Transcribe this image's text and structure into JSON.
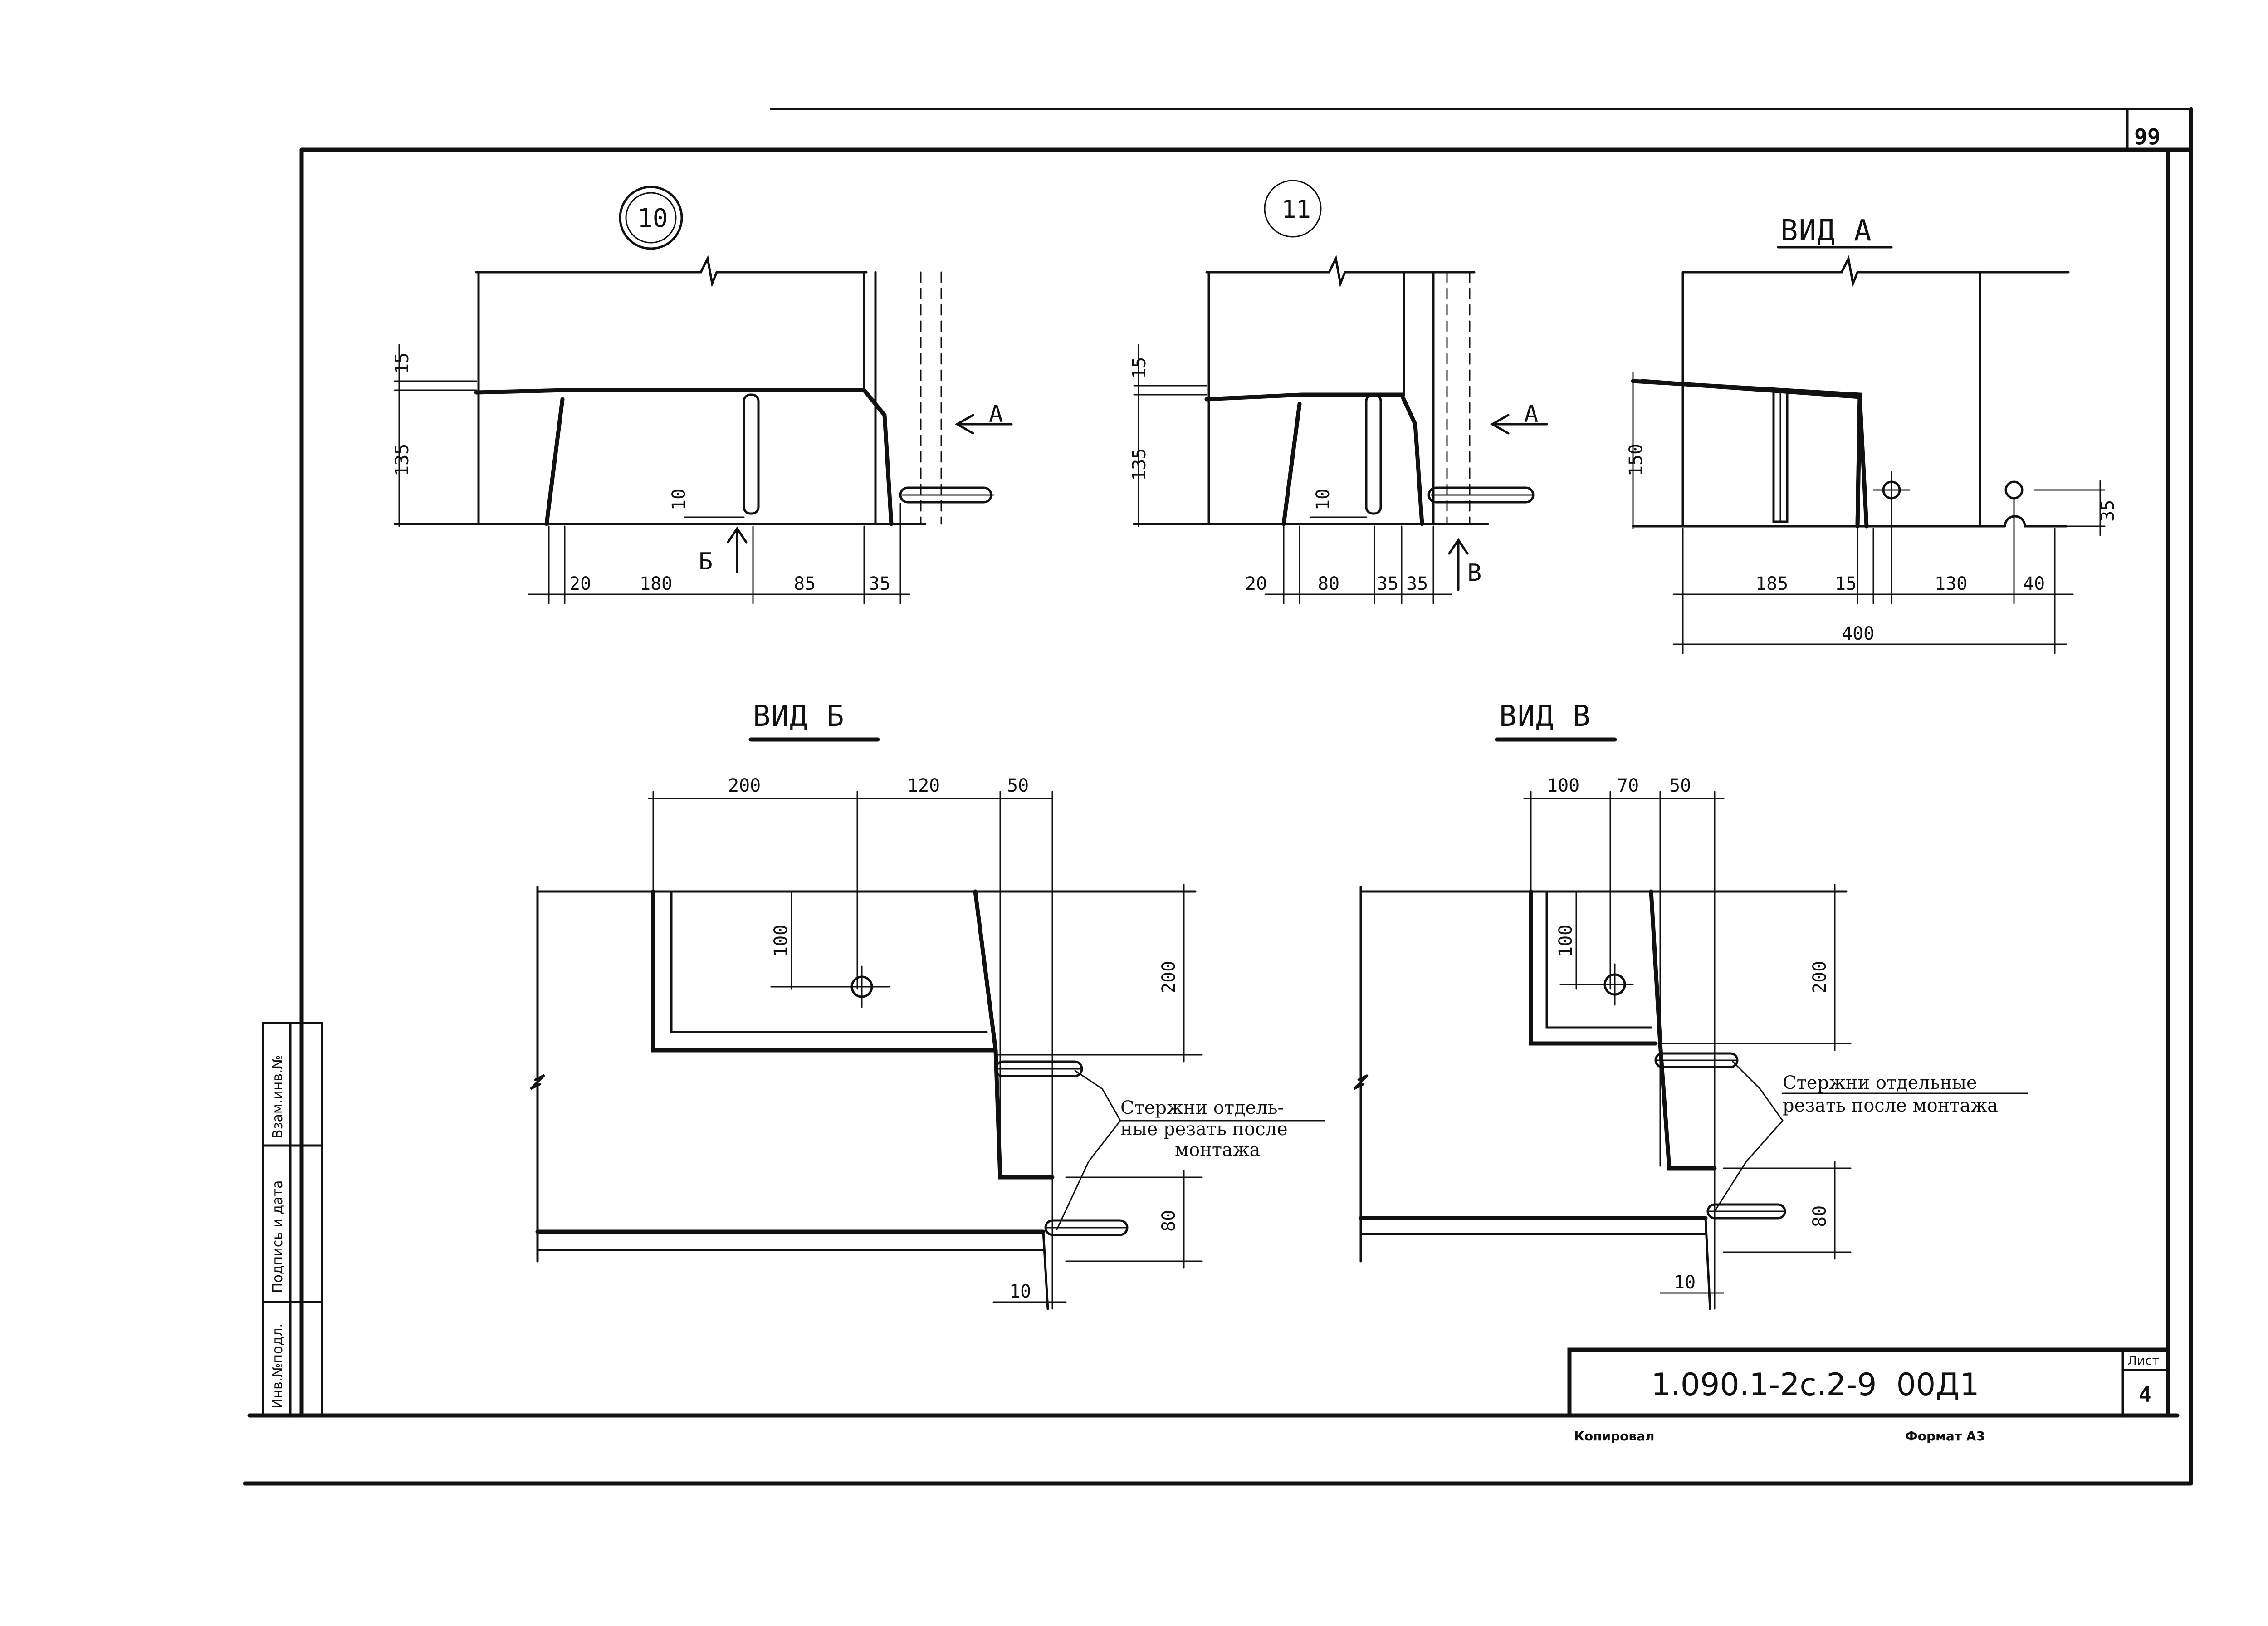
{
  "sheet": {
    "page_number": "99",
    "designation": "1.090.1-2с.2-9  00Д1",
    "sheet_label": "Лист",
    "sheet_number": "4",
    "copied_label": "Копировал",
    "format_label": "Формат А3"
  },
  "stamps": {
    "inv_number": "Инв.№подл.",
    "signature_date": "Подпись и дата",
    "replaces_inv": "Взам.инв.№"
  },
  "details": {
    "detail_10": "10",
    "detail_11": "11"
  },
  "views": {
    "view_a": "ВИД А",
    "view_b": "ВИД Б",
    "view_v": "ВИД В",
    "arrow_a": "А",
    "arrow_b": "Б",
    "arrow_v": "В"
  },
  "dims": {
    "d10": {
      "top": "15",
      "height": "135",
      "gap": "10",
      "w1": "20",
      "w2": "180",
      "w3": "85",
      "w4": "35"
    },
    "d11": {
      "top": "15",
      "height": "135",
      "gap": "10",
      "w1": "20",
      "w2": "80",
      "w3": "35",
      "w4": "35"
    },
    "va": {
      "height": "150",
      "w1": "185",
      "w2": "15",
      "w3": "130",
      "w4": "40",
      "total": "400",
      "right": "35"
    },
    "vb": {
      "w1": "200",
      "w2": "120",
      "w3": "50",
      "hole": "100",
      "height": "200",
      "bottom": "80",
      "gap": "10"
    },
    "vv": {
      "w1": "100",
      "w2": "70",
      "w3": "50",
      "hole": "100",
      "height": "200",
      "bottom": "80",
      "gap": "10"
    }
  },
  "notes": {
    "note_b_l1": "Стержни отдель-",
    "note_b_l2": "ные резать после",
    "note_b_l3": "монтажа",
    "note_v_l1": "Стержни отдельные",
    "note_v_l2": "резать после монтажа"
  }
}
